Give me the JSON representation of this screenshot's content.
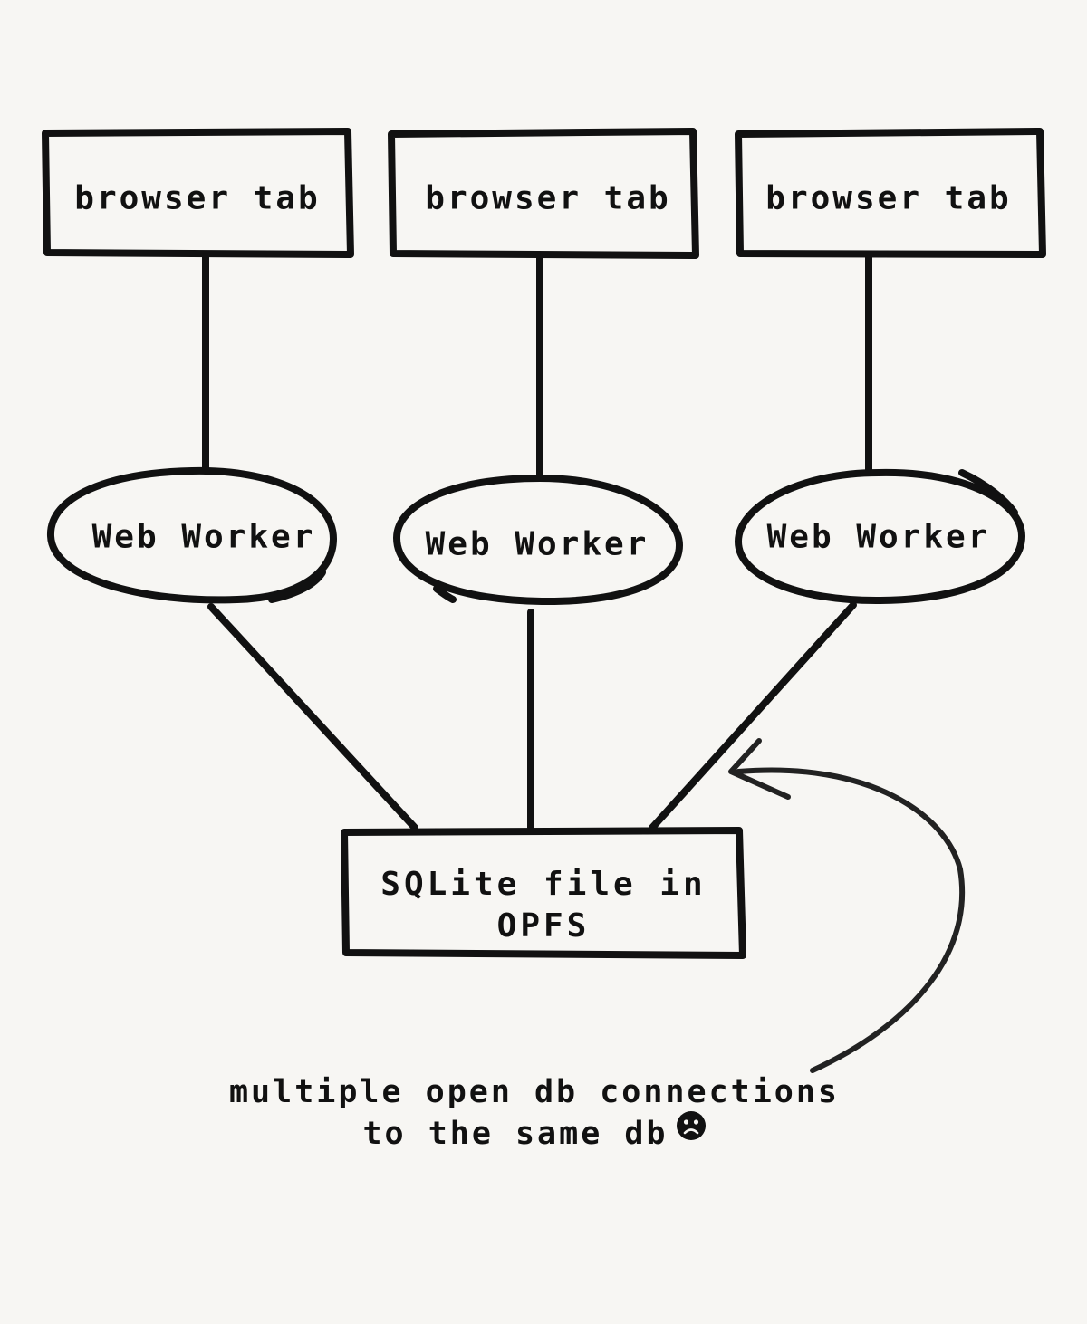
{
  "nodes": {
    "tabs": [
      {
        "label": "browser tab"
      },
      {
        "label": "browser tab"
      },
      {
        "label": "browser tab"
      }
    ],
    "workers": [
      {
        "label": "Web Worker"
      },
      {
        "label": "Web Worker"
      },
      {
        "label": "Web Worker"
      }
    ],
    "database": {
      "line1": "SQLite file in",
      "line2": "OPFS"
    }
  },
  "annotation": {
    "line1": "multiple open db connections",
    "line2": "to the same db",
    "icon": "frowning-face-icon"
  },
  "colors": {
    "background": "#f7f6f3",
    "ink": "#111111",
    "arrow": "#222222"
  }
}
